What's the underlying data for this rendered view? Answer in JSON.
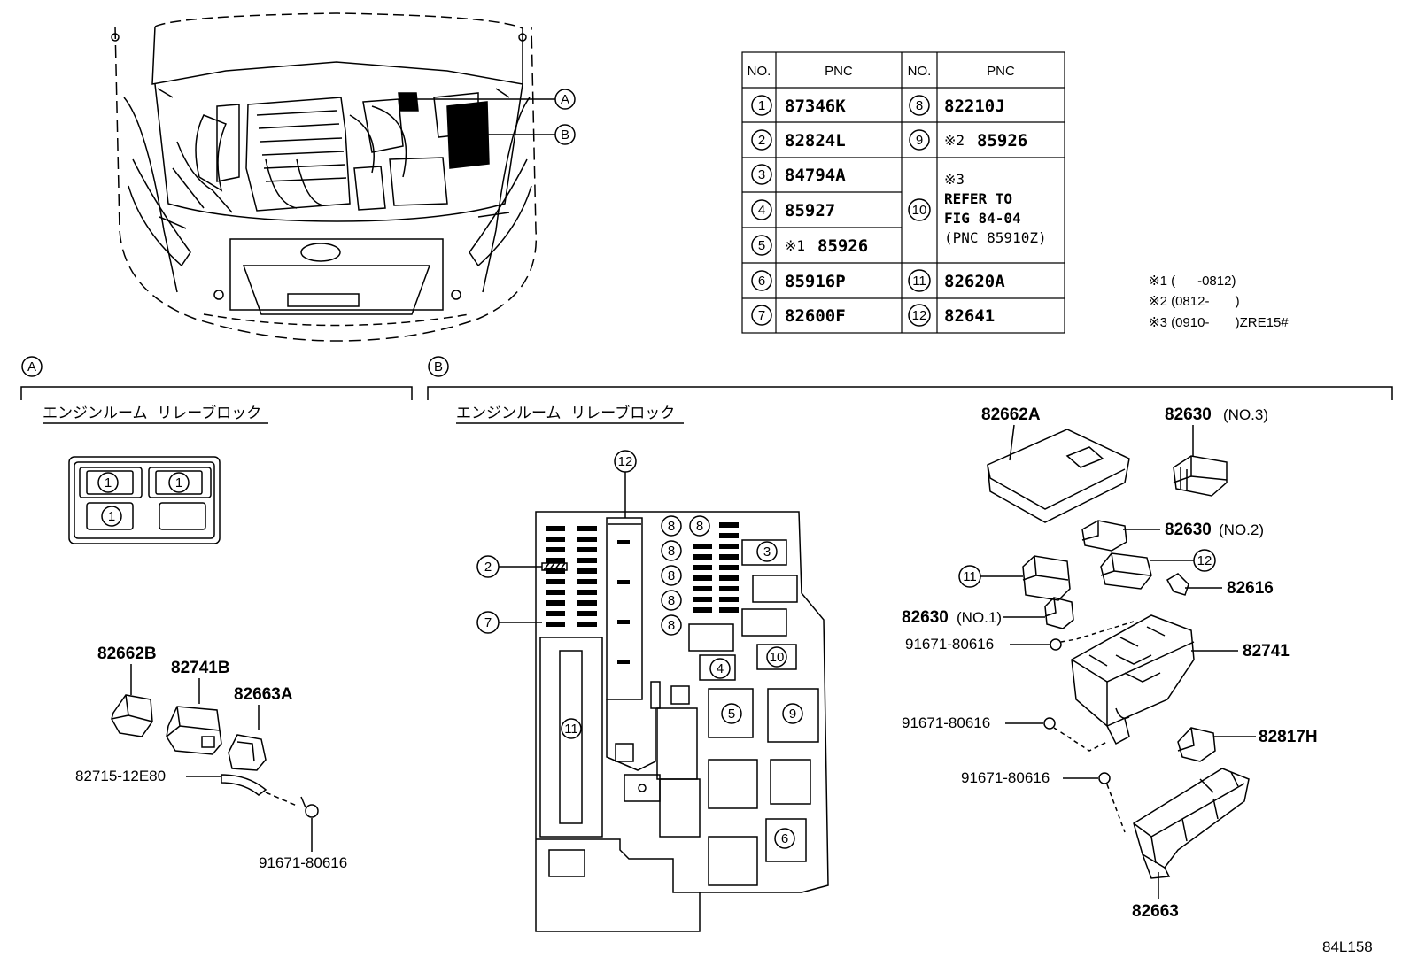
{
  "table": {
    "headers": [
      "NO.",
      "PNC",
      "NO.",
      "PNC"
    ],
    "left_rows": [
      {
        "no": "1",
        "pnc": "87346K"
      },
      {
        "no": "2",
        "pnc": "82824L"
      },
      {
        "no": "3",
        "pnc": "84794A"
      },
      {
        "no": "4",
        "pnc": "85927"
      },
      {
        "no": "5",
        "mark": "※1",
        "pnc": "85926"
      },
      {
        "no": "6",
        "pnc": "85916P"
      },
      {
        "no": "7",
        "pnc": "82600F"
      }
    ],
    "right_rows": [
      {
        "no": "8",
        "pnc": "82210J"
      },
      {
        "no": "9",
        "mark": "※2",
        "pnc": "85926"
      },
      {
        "no": "10",
        "lines": [
          "※3",
          "REFER TO",
          "FIG 84-04",
          "(PNC 85910Z)"
        ]
      },
      {
        "no": "11",
        "pnc": "82620A"
      },
      {
        "no": "12",
        "pnc": "82641"
      }
    ]
  },
  "notes": [
    "※1 (      -0812)",
    "※2 (0812-       )",
    "※3 (0910-       )ZRE15#"
  ],
  "view_labels": {
    "a": "A",
    "b": "B"
  },
  "section_a": {
    "title": "エンジンルーム  リレーブロック",
    "relay_labels": [
      "1",
      "1",
      "1"
    ],
    "parts": [
      "82662B",
      "82741B",
      "82663A",
      "82715-12E80",
      "91671-80616"
    ]
  },
  "section_b": {
    "title": "エンジンルーム  リレーブロック",
    "block_labels": {
      "n2": "2",
      "n3": "3",
      "n4": "4",
      "n5": "5",
      "n6": "6",
      "n7": "7",
      "n8": "8",
      "n9": "9",
      "n10": "10",
      "n11": "11",
      "n12": "12"
    },
    "parts": {
      "p82662A": "82662A",
      "p82630": "82630",
      "no3": "(NO.3)",
      "no2": "(NO.2)",
      "no1": "(NO.1)",
      "p82616": "82616",
      "p82741": "82741",
      "p82817H": "82817H",
      "p82663": "82663",
      "bolt1": "91671-80616",
      "bolt2": "91671-80616",
      "bolt3": "91671-80616",
      "c11": "11",
      "c12": "12"
    }
  },
  "figure_id": "84L158"
}
